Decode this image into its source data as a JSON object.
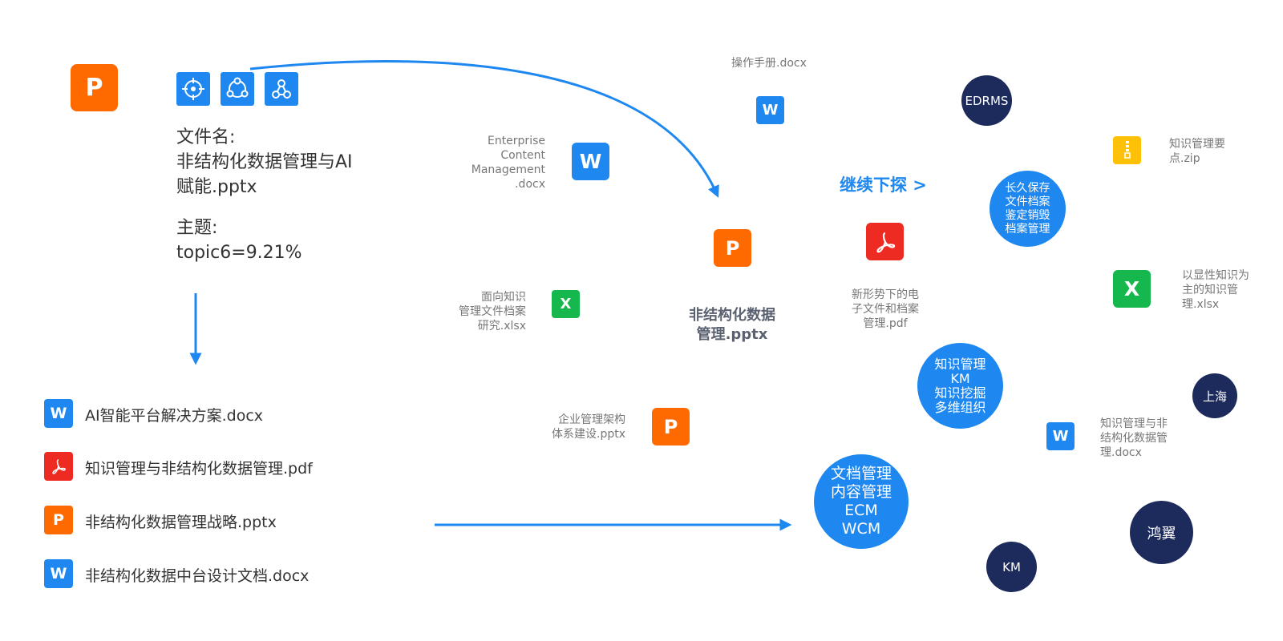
{
  "file_info": {
    "filename_label": "文件名:",
    "filename_line1": "非结构化数据管理与AI",
    "filename_line2": "赋能.pptx",
    "topic_label": "主题:",
    "topic_value": "topic6=9.21%"
  },
  "related_files": [
    {
      "type": "word",
      "glyph": "W",
      "name": "AI智能平台解决方案.docx"
    },
    {
      "type": "pdf",
      "glyph": "pdf-icon",
      "name": "知识管理与非结构化数据管理.pdf"
    },
    {
      "type": "ppt",
      "glyph": "P",
      "name": "非结构化数据管理战略.pptx"
    },
    {
      "type": "word",
      "glyph": "W",
      "name": "非结构化数据中台设计文档.docx"
    }
  ],
  "graph": {
    "center": {
      "glyph": "P",
      "line1": "非结构化数据",
      "line2": "管理.pptx"
    },
    "files": {
      "manual": {
        "glyph": "W",
        "line1": "操作手册.docx"
      },
      "ecm": {
        "glyph": "W",
        "line1": "Enterprise",
        "line2": "Content",
        "line3": "Management",
        "line4": ".docx"
      },
      "km_xlsx": {
        "glyph": "X",
        "line1": "面向知识",
        "line2": "管理文件档案",
        "line3": "研究.xlsx"
      },
      "enterprise": {
        "glyph": "P",
        "line1": "企业管理架构",
        "line2": "体系建设.pptx"
      },
      "archive_pdf": {
        "glyph": "pdf-icon",
        "line1": "新形势下的电",
        "line2": "子文件和档案",
        "line3": "管理.pdf"
      },
      "zip": {
        "glyph": "zip-icon",
        "line1": "知识管理要",
        "line2": "点.zip"
      },
      "explicit": {
        "glyph": "X",
        "line1": "以显性知识为",
        "line2": "主的知识管",
        "line3": "理.xlsx"
      },
      "km_docx": {
        "glyph": "W",
        "line1": "知识管理与非",
        "line2": "结构化数据管",
        "line3": "理.docx"
      }
    },
    "explore_label": "继续下探 >",
    "bubbles": {
      "edrms": [
        "EDRMS"
      ],
      "archive": [
        "长久保存",
        "文件档案",
        "鉴定销毁",
        "档案管理"
      ],
      "km": [
        "知识管理",
        "KM",
        "知识挖掘",
        "多维组织"
      ],
      "ecm": [
        "文档管理",
        "内容管理",
        "ECM",
        "WCM"
      ],
      "shanghai": [
        "上海"
      ],
      "hongyi": [
        "鸿翼"
      ],
      "km_small": [
        "KM"
      ]
    }
  },
  "colors": {
    "accent": "#1e88f0",
    "ppt": "#ff6a00",
    "word": "#1e88f0",
    "excel": "#16b84d",
    "pdf": "#ee2b22",
    "zip": "#ffc107",
    "dark_bubble": "#1c2a5c"
  },
  "icons": [
    "crosshair-icon",
    "share-cycle-icon",
    "network-icon"
  ]
}
